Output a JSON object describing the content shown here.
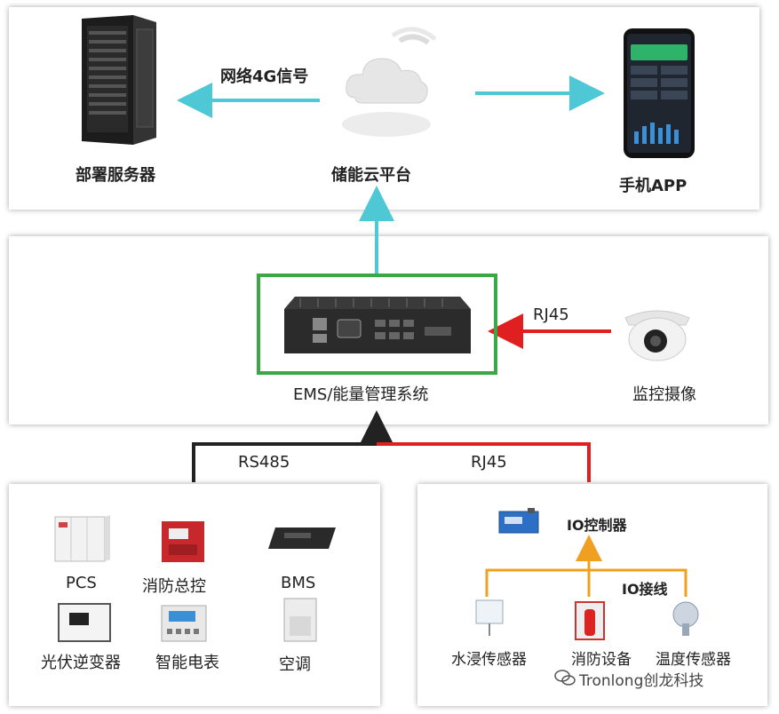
{
  "top": {
    "server_label": "部署服务器",
    "cloud_label": "储能云平台",
    "phone_label": "手机APP",
    "network_label": "网络4G信号"
  },
  "middle": {
    "ems_label": "EMS/能量管理系统",
    "camera_label": "监控摄像",
    "rj45_label": "RJ45"
  },
  "links": {
    "rs485_label": "RS485",
    "rj45_label": "RJ45"
  },
  "left_panel": {
    "devices": [
      "PCS",
      "消防总控",
      "BMS",
      "光伏逆变器",
      "智能电表",
      "空调"
    ]
  },
  "right_panel": {
    "io_controller_label": "IO控制器",
    "io_wiring_label": "IO接线",
    "sensors": [
      "水浸传感器",
      "消防设备",
      "温度传感器"
    ]
  },
  "watermark": "Tronlong创龙科技",
  "colors": {
    "cyan_arrow": "#4ec8d4",
    "red_line": "#e02020",
    "black_line": "#222222",
    "ems_box": "#3aa845",
    "io_arrow": "#f0a020"
  }
}
